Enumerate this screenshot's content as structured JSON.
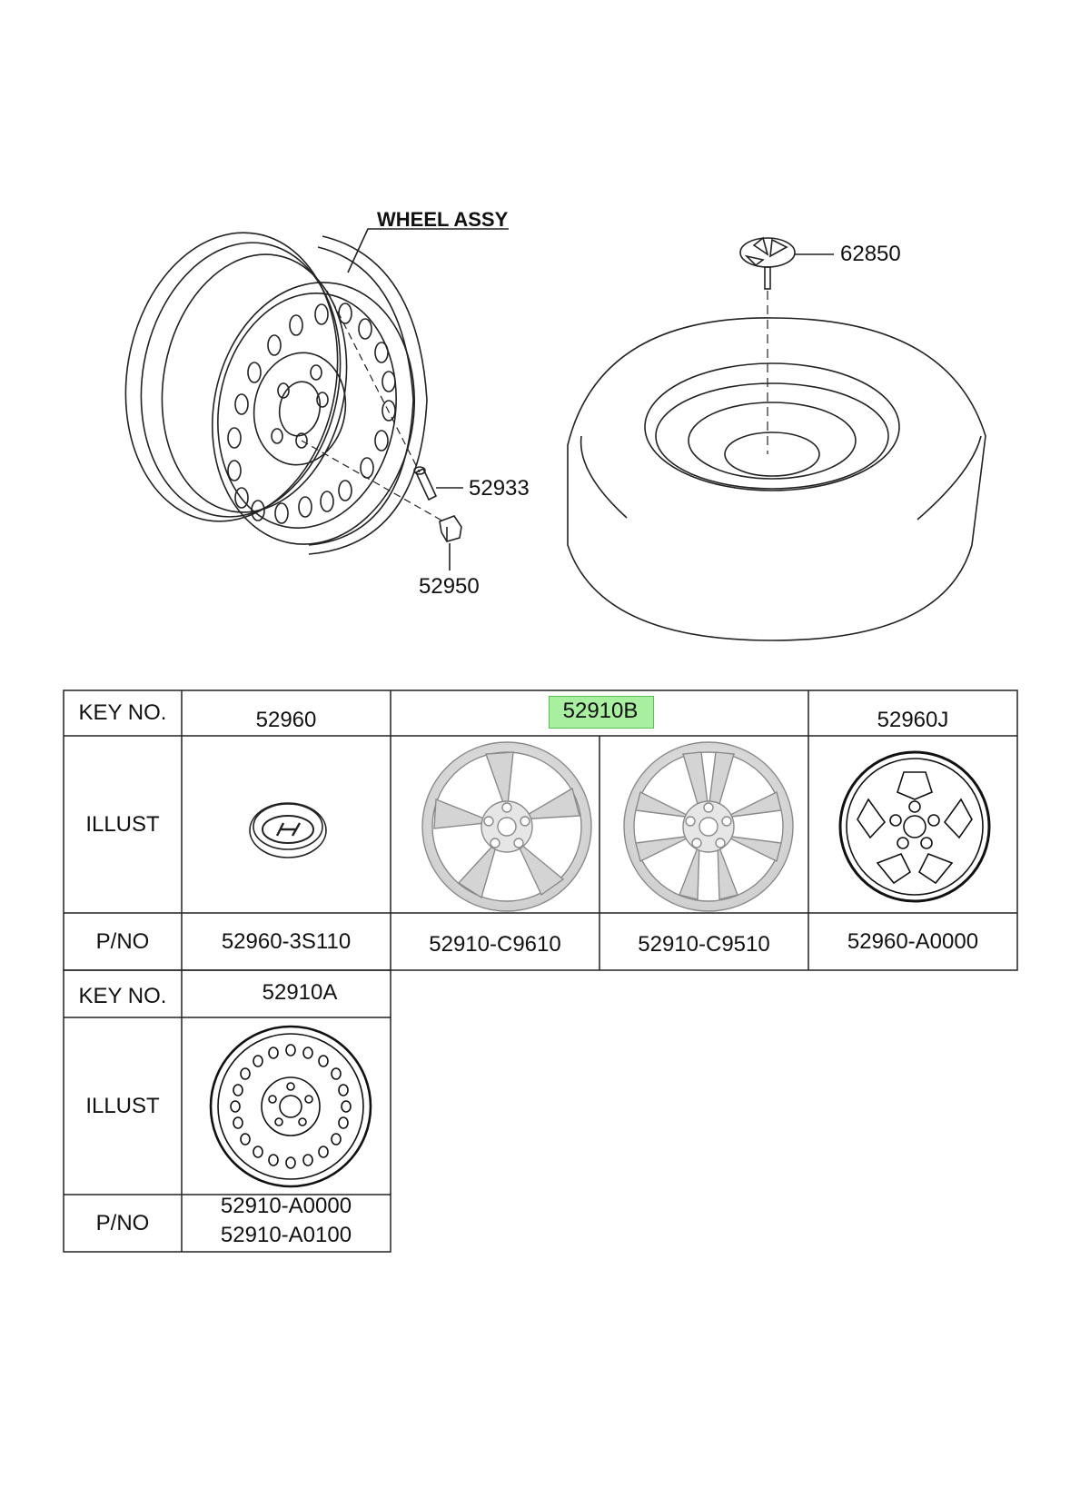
{
  "callouts": {
    "wheel_assy": "WHEEL ASSY",
    "part_62850": "62850",
    "part_52933": "52933",
    "part_52950": "52950"
  },
  "table1": {
    "row_labels": {
      "key_no": "KEY NO.",
      "illust": "ILLUST",
      "pno": "P/NO"
    },
    "keys": {
      "cap": "52960",
      "alloy": "52910B",
      "cover": "52960J"
    },
    "part_numbers": {
      "cap": "52960-3S110",
      "alloy_a": "52910-C9610",
      "alloy_b": "52910-C9510",
      "cover": "52960-A0000"
    },
    "highlight_color": "#a8f0a0"
  },
  "table2": {
    "row_labels": {
      "key_no": "KEY NO.",
      "illust": "ILLUST",
      "pno": "P/NO"
    },
    "key": "52910A",
    "part_numbers": [
      "52910-A0000",
      "52910-A0100"
    ]
  },
  "icons": {
    "steel_wheel": "steel-wheel-icon",
    "spare_tire": "spare-tire-icon",
    "hub_cap": "hub-cap-emblem-icon",
    "alloy_wheel": "alloy-wheel-icon",
    "wheel_cover": "wheel-cover-icon"
  }
}
